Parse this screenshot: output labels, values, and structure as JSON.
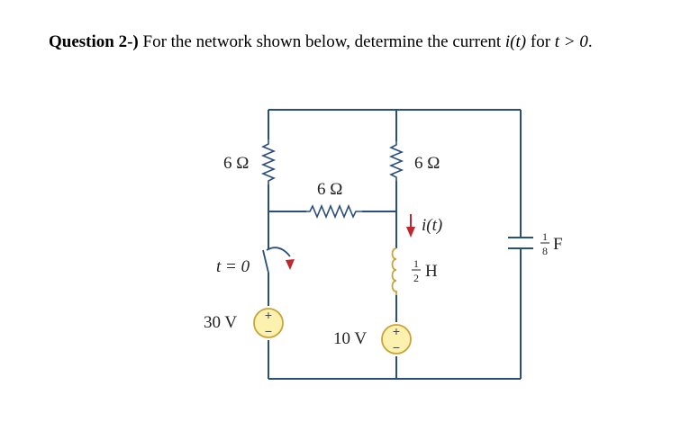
{
  "question": {
    "label": "Question 2-)",
    "text_before": " For the network shown below, determine the current ",
    "current_symbol": "i(t)",
    "text_middle": " for ",
    "condition": "t > 0",
    "text_end": "."
  },
  "circuit": {
    "r_left": "6 Ω",
    "r_middle": "6 Ω",
    "r_right": "6 Ω",
    "switch_label": "t = 0",
    "source_left": "30 V",
    "source_middle": "10 V",
    "current_label": "i(t)",
    "inductor": {
      "numerator": "1",
      "denominator": "2",
      "unit": "H"
    },
    "capacitor": {
      "numerator": "1",
      "denominator": "8",
      "unit": "F"
    },
    "plus_sign": "+",
    "minus_sign": "−",
    "colors": {
      "wire": "#2a4f7a",
      "source_fill": "#fdf1b0",
      "source_stroke": "#c9a43a",
      "arrow": "#c0282d"
    }
  }
}
